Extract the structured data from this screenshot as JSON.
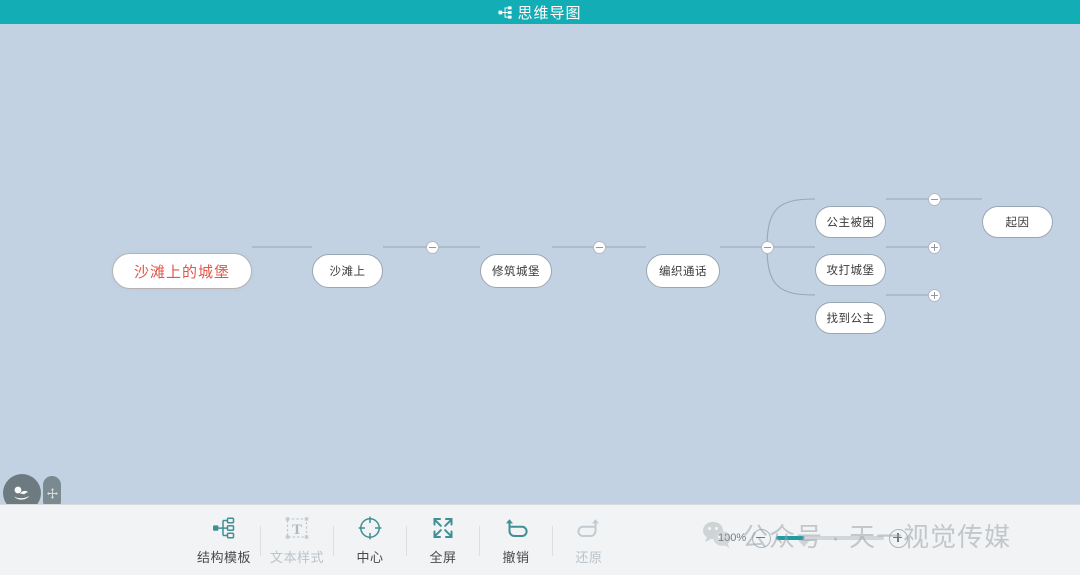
{
  "window": {
    "title": "思维导图",
    "title_icon": "mindmap-icon",
    "header_color": "#13adb6",
    "canvas_color": "#c3d2e2"
  },
  "mindmap": {
    "root": {
      "label": "沙滩上的城堡",
      "text_color": "#e0564a",
      "selected": true
    },
    "nodes": [
      {
        "id": "n1",
        "label": "沙滩上"
      },
      {
        "id": "n2",
        "label": "修筑城堡"
      },
      {
        "id": "n3",
        "label": "编织通话"
      },
      {
        "id": "n4",
        "label": "公主被困"
      },
      {
        "id": "n5",
        "label": "攻打城堡"
      },
      {
        "id": "n6",
        "label": "找到公主"
      },
      {
        "id": "n7",
        "label": "起因"
      }
    ],
    "toggles": [
      {
        "id": "t1",
        "state": "minus"
      },
      {
        "id": "t2",
        "state": "minus"
      },
      {
        "id": "t3",
        "state": "minus"
      },
      {
        "id": "t4",
        "state": "minus"
      },
      {
        "id": "t5",
        "state": "plus"
      },
      {
        "id": "t6",
        "state": "plus"
      }
    ]
  },
  "floating": {
    "assistant_icon": "cloud-hand-icon",
    "drag_handle_icon": "move-icon"
  },
  "toolbar": {
    "items": [
      {
        "label": "结构模板",
        "icon": "structure-template-icon",
        "enabled": true
      },
      {
        "label": "文本样式",
        "icon": "text-style-icon",
        "enabled": false
      },
      {
        "label": "中心",
        "icon": "center-target-icon",
        "enabled": true
      },
      {
        "label": "全屏",
        "icon": "fullscreen-icon",
        "enabled": true
      },
      {
        "label": "撤销",
        "icon": "undo-icon",
        "enabled": true
      },
      {
        "label": "还原",
        "icon": "redo-icon",
        "enabled": false
      }
    ],
    "accent_color": "#4a8f96",
    "disabled_color": "#b9c3c9"
  },
  "zoom": {
    "percent": "100%",
    "minus_label": "zoom-out",
    "plus_label": "zoom-in",
    "value": 100
  },
  "watermark": {
    "text": "公众号 · 天一视觉传媒",
    "logo": "wechat-icon"
  }
}
